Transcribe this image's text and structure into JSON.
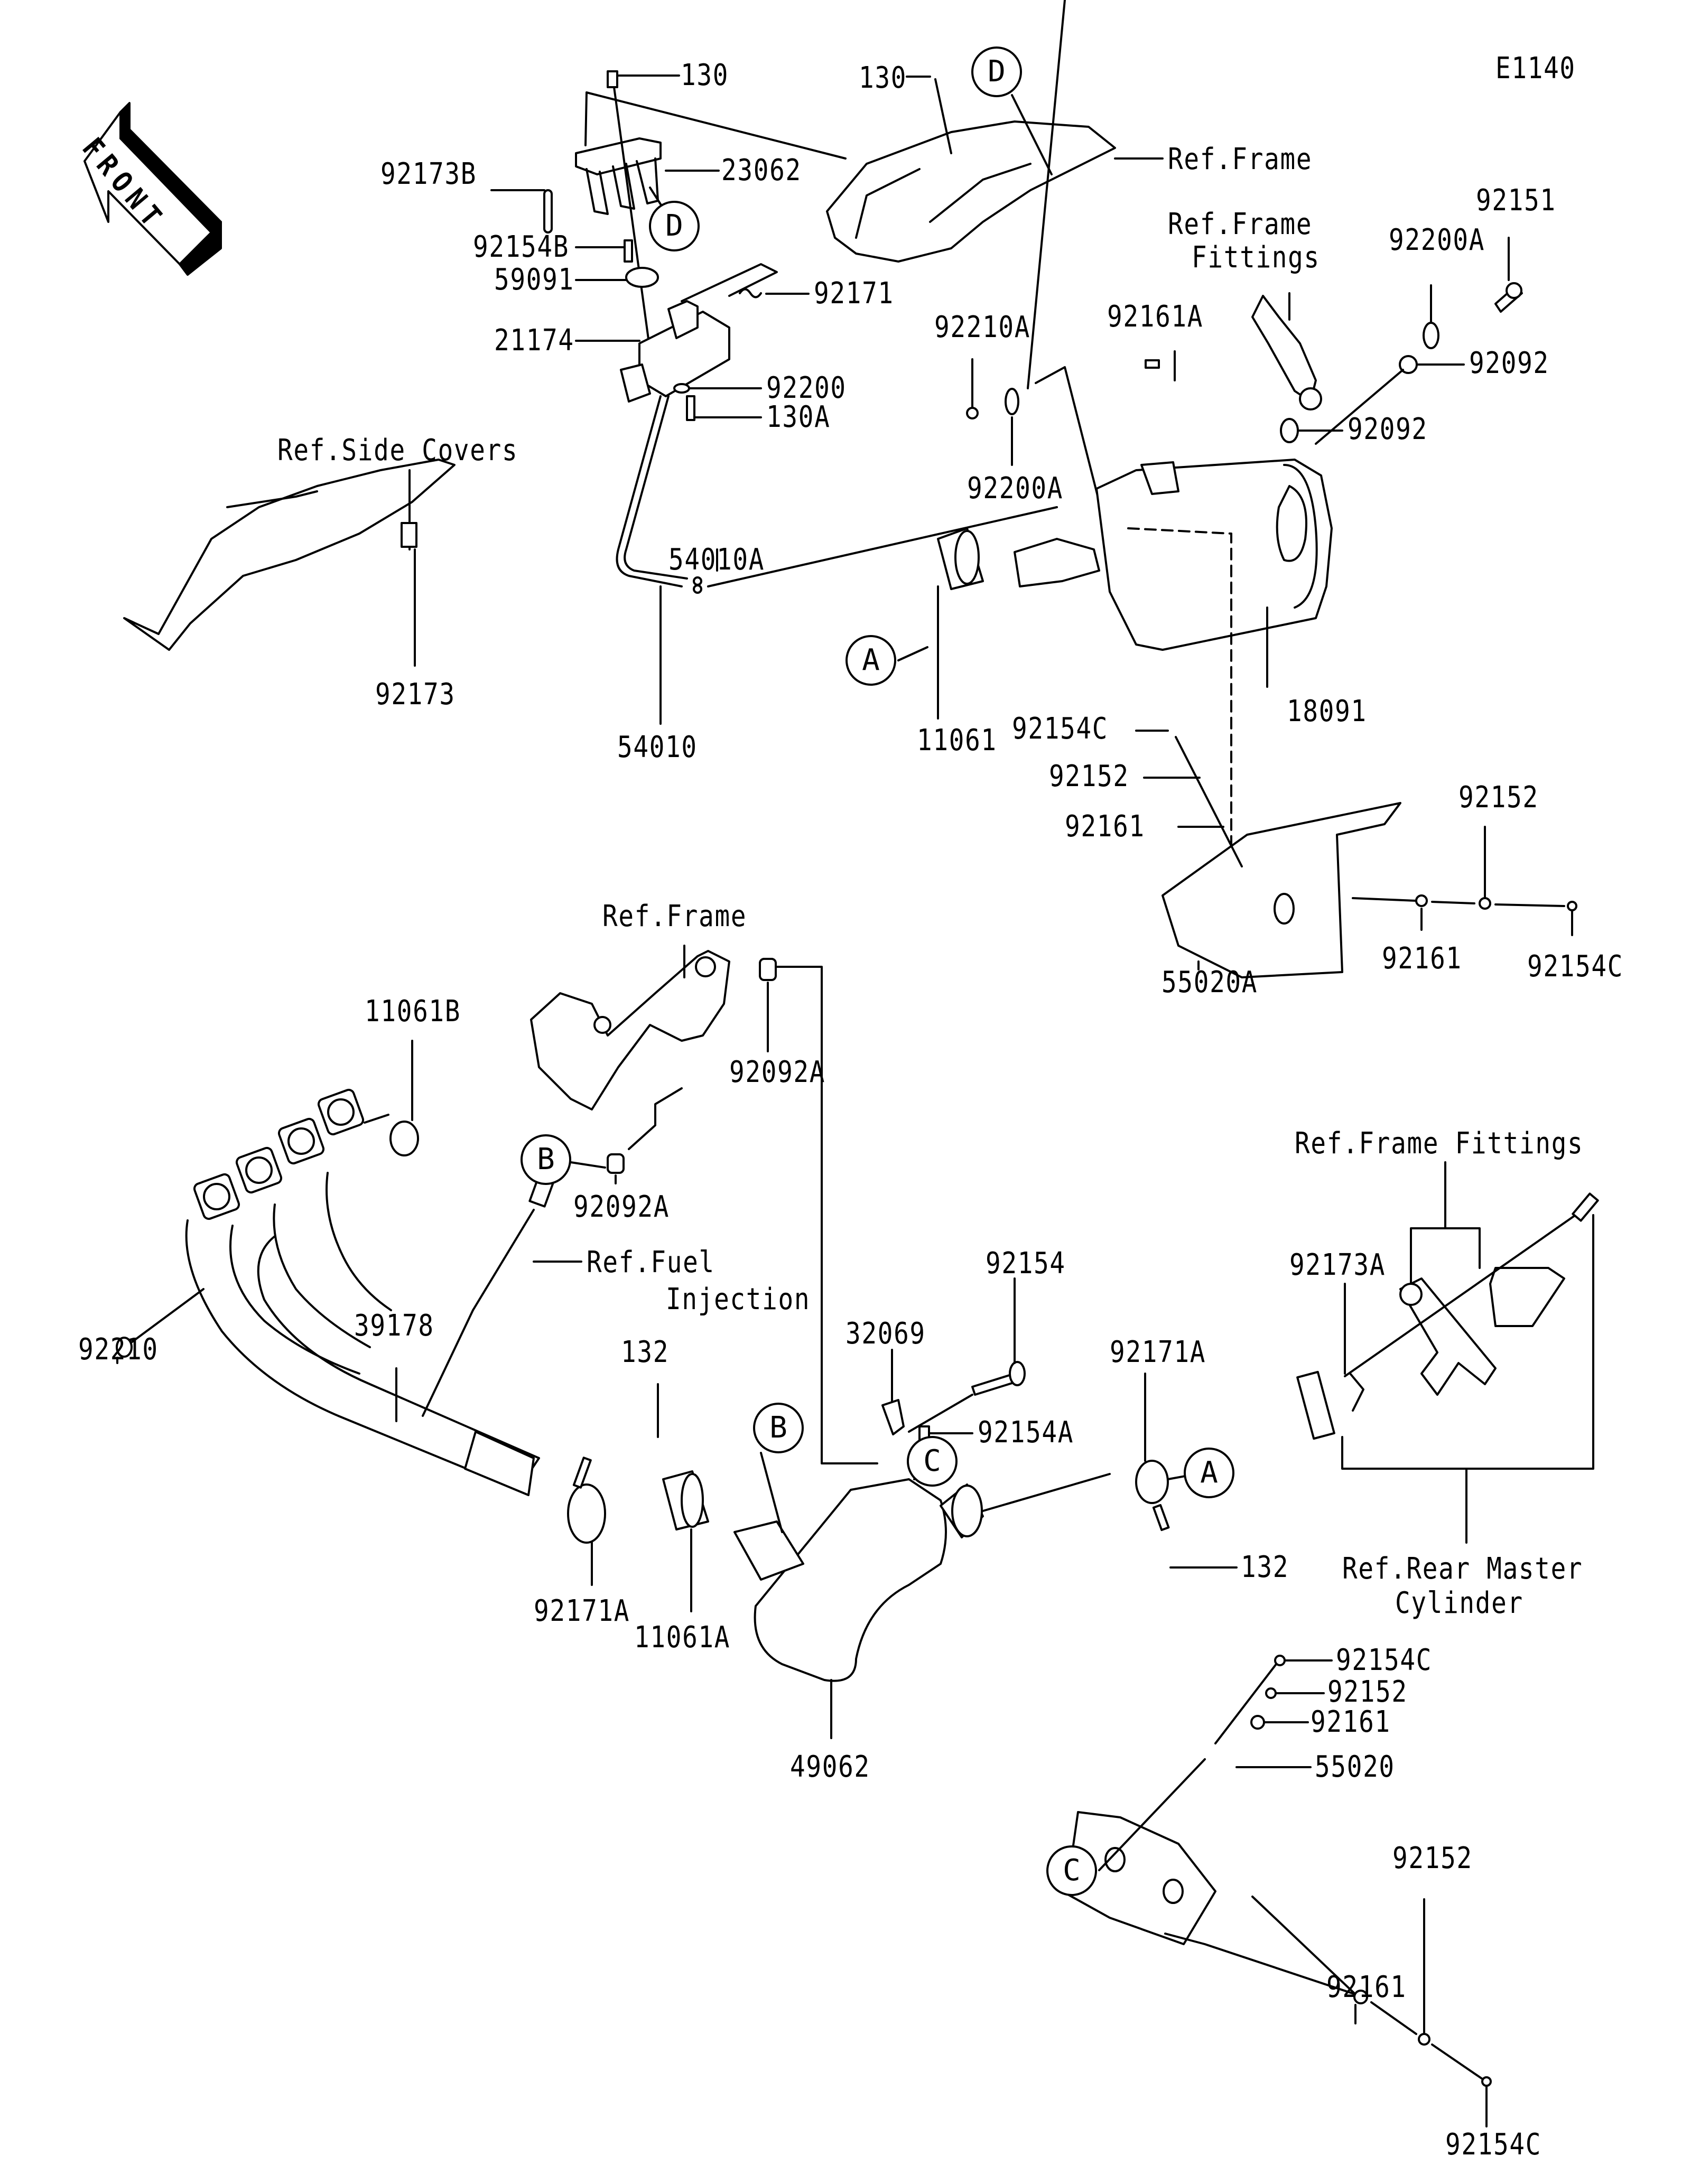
{
  "diagram_id": "E1140",
  "front_arrow": "FRONT",
  "colors": {
    "ink": "#000000",
    "paper": "#ffffff"
  },
  "labels": {
    "p130_top": "130",
    "p92173B": "92173B",
    "p23062": "23062",
    "p92154B": "92154B",
    "p59091": "59091",
    "p21174": "21174",
    "p92171": "92171",
    "p92200": "92200",
    "p130A": "130A",
    "ref_side_covers": "Ref.Side Covers",
    "p92173": "92173",
    "p54010A": "54010A",
    "p54010": "54010",
    "p130_right": "130",
    "ref_frame_top": "Ref.Frame",
    "ref_frame_fittings_top_1": "Ref.Frame",
    "ref_frame_fittings_top_2": "Fittings",
    "p92200A_top": "92200A",
    "p92151": "92151",
    "p92161A": "92161A",
    "p92210A": "92210A",
    "p92092_a": "92092",
    "p92092_b": "92092",
    "p92200A_mid": "92200A",
    "p11061": "11061",
    "p18091": "18091",
    "p92154C_mid": "92154C",
    "p92152_mid": "92152",
    "p92161_mid": "92161",
    "p92152_right": "92152",
    "p55020A": "55020A",
    "p92161_right": "92161",
    "p92154C_right": "92154C",
    "ref_frame_mid": "Ref.Frame",
    "p11061B": "11061B",
    "p92092A_a": "92092A",
    "p92092A_b": "92092A",
    "ref_frame_fittings_low": "Ref.Frame Fittings",
    "p92210": "92210",
    "p39178": "39178",
    "ref_fuel_1": "Ref.Fuel",
    "ref_fuel_2": "Injection",
    "p132_left": "132",
    "p92154": "92154",
    "p92173A": "92173A",
    "p32069": "32069",
    "p92171A_right": "92171A",
    "p92154A": "92154A",
    "p132_right": "132",
    "ref_rear_master_1": "Ref.Rear Master",
    "ref_rear_master_2": "Cylinder",
    "p92171A_left": "92171A",
    "p11061A": "11061A",
    "p49062": "49062",
    "p92154C_low": "92154C",
    "p92152_low": "92152",
    "p92161_low": "92161",
    "p55020": "55020",
    "p92152_bottom": "92152",
    "p92161_bottom": "92161",
    "p92154C_bottom": "92154C"
  },
  "refs": {
    "D1": "D",
    "D2": "D",
    "A1": "A",
    "A2": "A",
    "B1": "B",
    "B2": "B",
    "C1": "C",
    "C2": "C"
  }
}
